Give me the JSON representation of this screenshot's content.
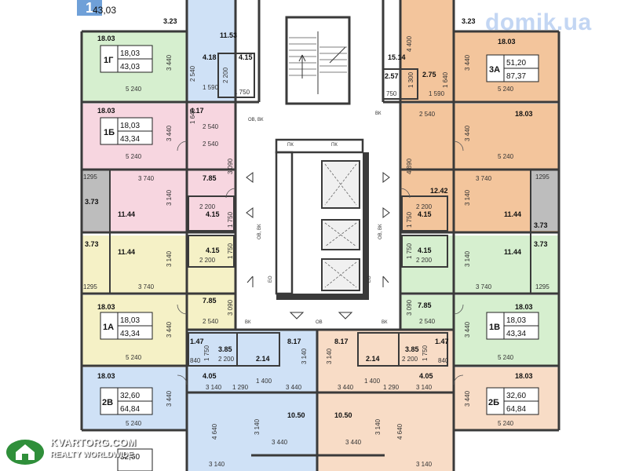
{
  "colors": {
    "blue": "#cfe1f6",
    "green": "#d6efcf",
    "pink": "#f7d6e0",
    "yellow": "#f5f1c6",
    "orange": "#f3c59c",
    "peach": "#f8dcc6",
    "gray": "#bdbdbd",
    "wall": "#3a3a3a"
  },
  "top": {
    "number": "1",
    "value": "43,03"
  },
  "apartments": {
    "g1": {
      "code": "1Г",
      "living": "18,03",
      "total": "43,03",
      "room": "18.03"
    },
    "b1": {
      "code": "1Б",
      "living": "18,03",
      "total": "43,34",
      "room": "18.03"
    },
    "a1": {
      "code": "1А",
      "living": "18,03",
      "total": "43,34",
      "room": "18.03"
    },
    "v2": {
      "code": "2В",
      "living": "32,60",
      "total": "64,84",
      "room": "18.03"
    },
    "a3": {
      "code": "3А",
      "living": "51,20",
      "total": "87,37",
      "room": "18.03"
    },
    "v1": {
      "code": "1В",
      "living": "18,03",
      "total": "43,34",
      "room": "18.03"
    },
    "b2": {
      "code": "2Б",
      "living": "32,60",
      "total": "64,84",
      "room": "18.03"
    },
    "partial": {
      "living": "32,60"
    }
  },
  "areas": {
    "a323l": "3.23",
    "a1153": "11.53",
    "a418": "4.18",
    "a415a": "4.15",
    "a417": "4.17",
    "a785a": "7.85",
    "a373a": "3.73",
    "a1144a": "11.44",
    "a415b": "4.15",
    "a373b": "3.73",
    "a1144b": "11.44",
    "a415c": "4.15",
    "a785b": "7.85",
    "a147a": "1.47",
    "a385a": "3.85",
    "a405a": "4.05",
    "a214a": "2.14",
    "a817a": "8.17",
    "a1050a": "10.50",
    "a1050b": "10.50",
    "a817b": "8.17",
    "a214b": "2.14",
    "a323r": "3.23",
    "a1514": "15.14",
    "a257": "2.57",
    "a275": "2.75",
    "a1242": "12.42",
    "a415d": "4.15",
    "a1144c": "11.44",
    "a373c": "3.73",
    "a415e": "4.15",
    "a1144d": "11.44",
    "a373d": "3.73",
    "a785c": "7.85",
    "a147b": "1.47",
    "a385b": "3.85",
    "a405b": "4.05",
    "a1803r": "18.03"
  },
  "dims": {
    "d5240": "5 240",
    "d3440": "3 440",
    "d2540": "2 540",
    "d1590": "1 590",
    "d2200": "2 200",
    "d1750": "1 750",
    "d1640": "1 640",
    "d3740": "3 740",
    "d3140": "3 140",
    "d3090": "3 090",
    "d1295": "1295",
    "d840": "840",
    "d1290": "1 290",
    "d1400": "1 400",
    "d4640": "4 640",
    "d4400": "4 400",
    "d4890": "4 890",
    "d1300": "1 300",
    "d750": "750"
  },
  "labels": {
    "pk": "ПК",
    "obvk": "ОВ, ВК",
    "vk": "ВК",
    "ov": "ОВ",
    "eo": "ЕО"
  },
  "watermarks": {
    "domik": "domik.ua",
    "kv_name": "KVARTORG.COM",
    "kv_sub": "REALTY WORLDWIDE"
  }
}
